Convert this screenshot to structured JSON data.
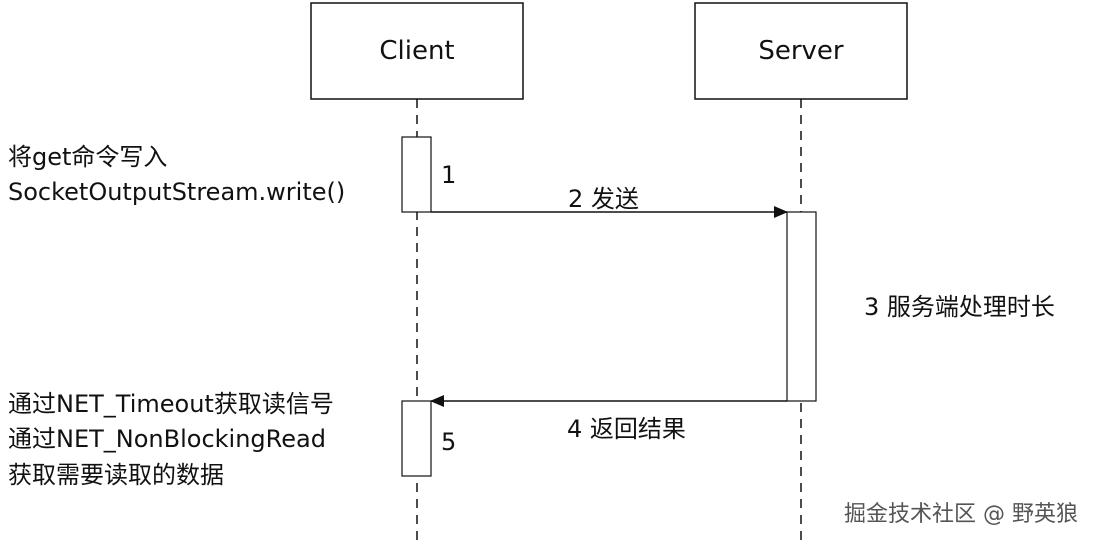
{
  "participants": {
    "client": "Client",
    "server": "Server"
  },
  "activations": {
    "client_first": "1",
    "client_second": "5"
  },
  "messages": {
    "send": "2 发送",
    "process": "3 服务端处理时长",
    "return": "4 返回结果"
  },
  "notes": {
    "write_line1": "将get命令写入",
    "write_line2": "SocketOutputStream.write()",
    "read_line1": "通过NET_Timeout获取读信号",
    "read_line2": "通过NET_NonBlockingRead",
    "read_line3": "获取需要读取的数据"
  },
  "watermark": "掘金技术社区 @ 野英狼",
  "colors": {
    "line": "#111111",
    "background": "#ffffff",
    "watermark": "#555555"
  }
}
